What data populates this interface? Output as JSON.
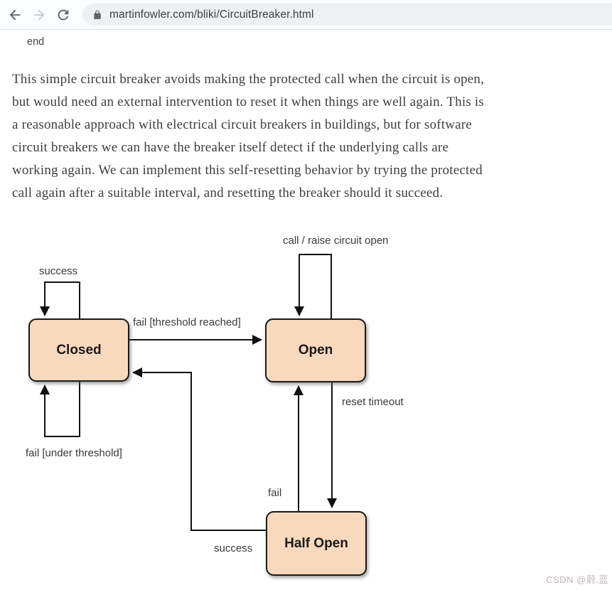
{
  "browser": {
    "url": "martinfowler.com/bliki/CircuitBreaker.html",
    "back_label": "back",
    "forward_label": "forward",
    "refresh_label": "refresh",
    "colors": {
      "icon": "#5f6368",
      "icon_disabled": "#c4c7cb",
      "address_bg": "#eef1f3"
    }
  },
  "page": {
    "code_end": "end",
    "paragraph_lines": [
      "This simple circuit breaker avoids making the protected call when the circuit is open,",
      "but would need an external intervention to reset it when things are well again. This is",
      "a reasonable approach with electrical circuit breakers in buildings, but for software",
      "circuit breakers we can have the breaker itself detect if the underlying calls are",
      "working again. We can implement this self-resetting behavior by trying the protected",
      "call again after a suitable interval, and resetting the breaker should it succeed."
    ]
  },
  "diagram": {
    "type": "state-diagram",
    "nodes": [
      {
        "id": "closed",
        "label": "Closed"
      },
      {
        "id": "open",
        "label": "Open"
      },
      {
        "id": "half_open",
        "label": "Half Open"
      }
    ],
    "edges": [
      {
        "from": "closed",
        "to": "closed",
        "label": "success"
      },
      {
        "from": "closed",
        "to": "open",
        "label": "fail [threshold reached]"
      },
      {
        "from": "closed",
        "to": "closed",
        "label": "fail [under threshold]"
      },
      {
        "from": "open",
        "to": "open",
        "label": "call / raise circuit open"
      },
      {
        "from": "half_open",
        "to": "open",
        "label": "fail"
      },
      {
        "from": "open",
        "to": "half_open",
        "label": "reset timeout"
      },
      {
        "from": "half_open",
        "to": "closed",
        "label": "success"
      }
    ],
    "colors": {
      "node_fill": "#f9d9bd",
      "node_border": "#1a1a1a",
      "line": "#111111"
    }
  },
  "watermark": {
    "text": "CSDN @蔚.蓝"
  }
}
